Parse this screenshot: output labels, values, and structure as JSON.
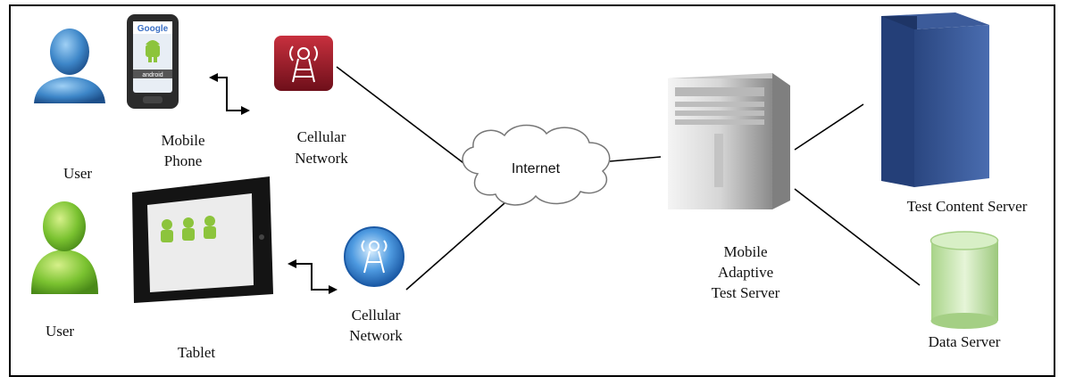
{
  "labels": {
    "user_top": "User",
    "user_bottom": "User",
    "mobile_phone_line1": "Mobile",
    "mobile_phone_line2": "Phone",
    "tablet": "Tablet",
    "cellular_top_line1": "Cellular",
    "cellular_top_line2": "Network",
    "cellular_bottom_line1": "Cellular",
    "cellular_bottom_line2": "Network",
    "internet": "Internet",
    "server_line1": "Mobile",
    "server_line2": "Adaptive",
    "server_line3": "Test Server",
    "test_content_server": "Test Content Server",
    "data_server": "Data Server"
  },
  "screen_text": {
    "phone_brand": "Google",
    "phone_os": "android"
  },
  "icons": {
    "user_top": "user-blue-icon",
    "user_bottom": "user-green-icon",
    "phone": "android-phone-icon",
    "tablet": "android-tablet-icon",
    "cell_top": "cell-tower-red-icon",
    "cell_bottom": "cell-tower-blue-icon",
    "internet": "cloud-icon",
    "server_main": "server-tower-icon",
    "server_content": "blue-server-icon",
    "server_data": "database-cylinder-icon"
  },
  "colors": {
    "user_top": "#2e6fb0",
    "user_bottom": "#6cb42a",
    "cell_top": "#9b1c2a",
    "cell_bottom": "#2a7ad0",
    "content_server": "#2f4f8a",
    "data_server": "#bfe0a8"
  }
}
